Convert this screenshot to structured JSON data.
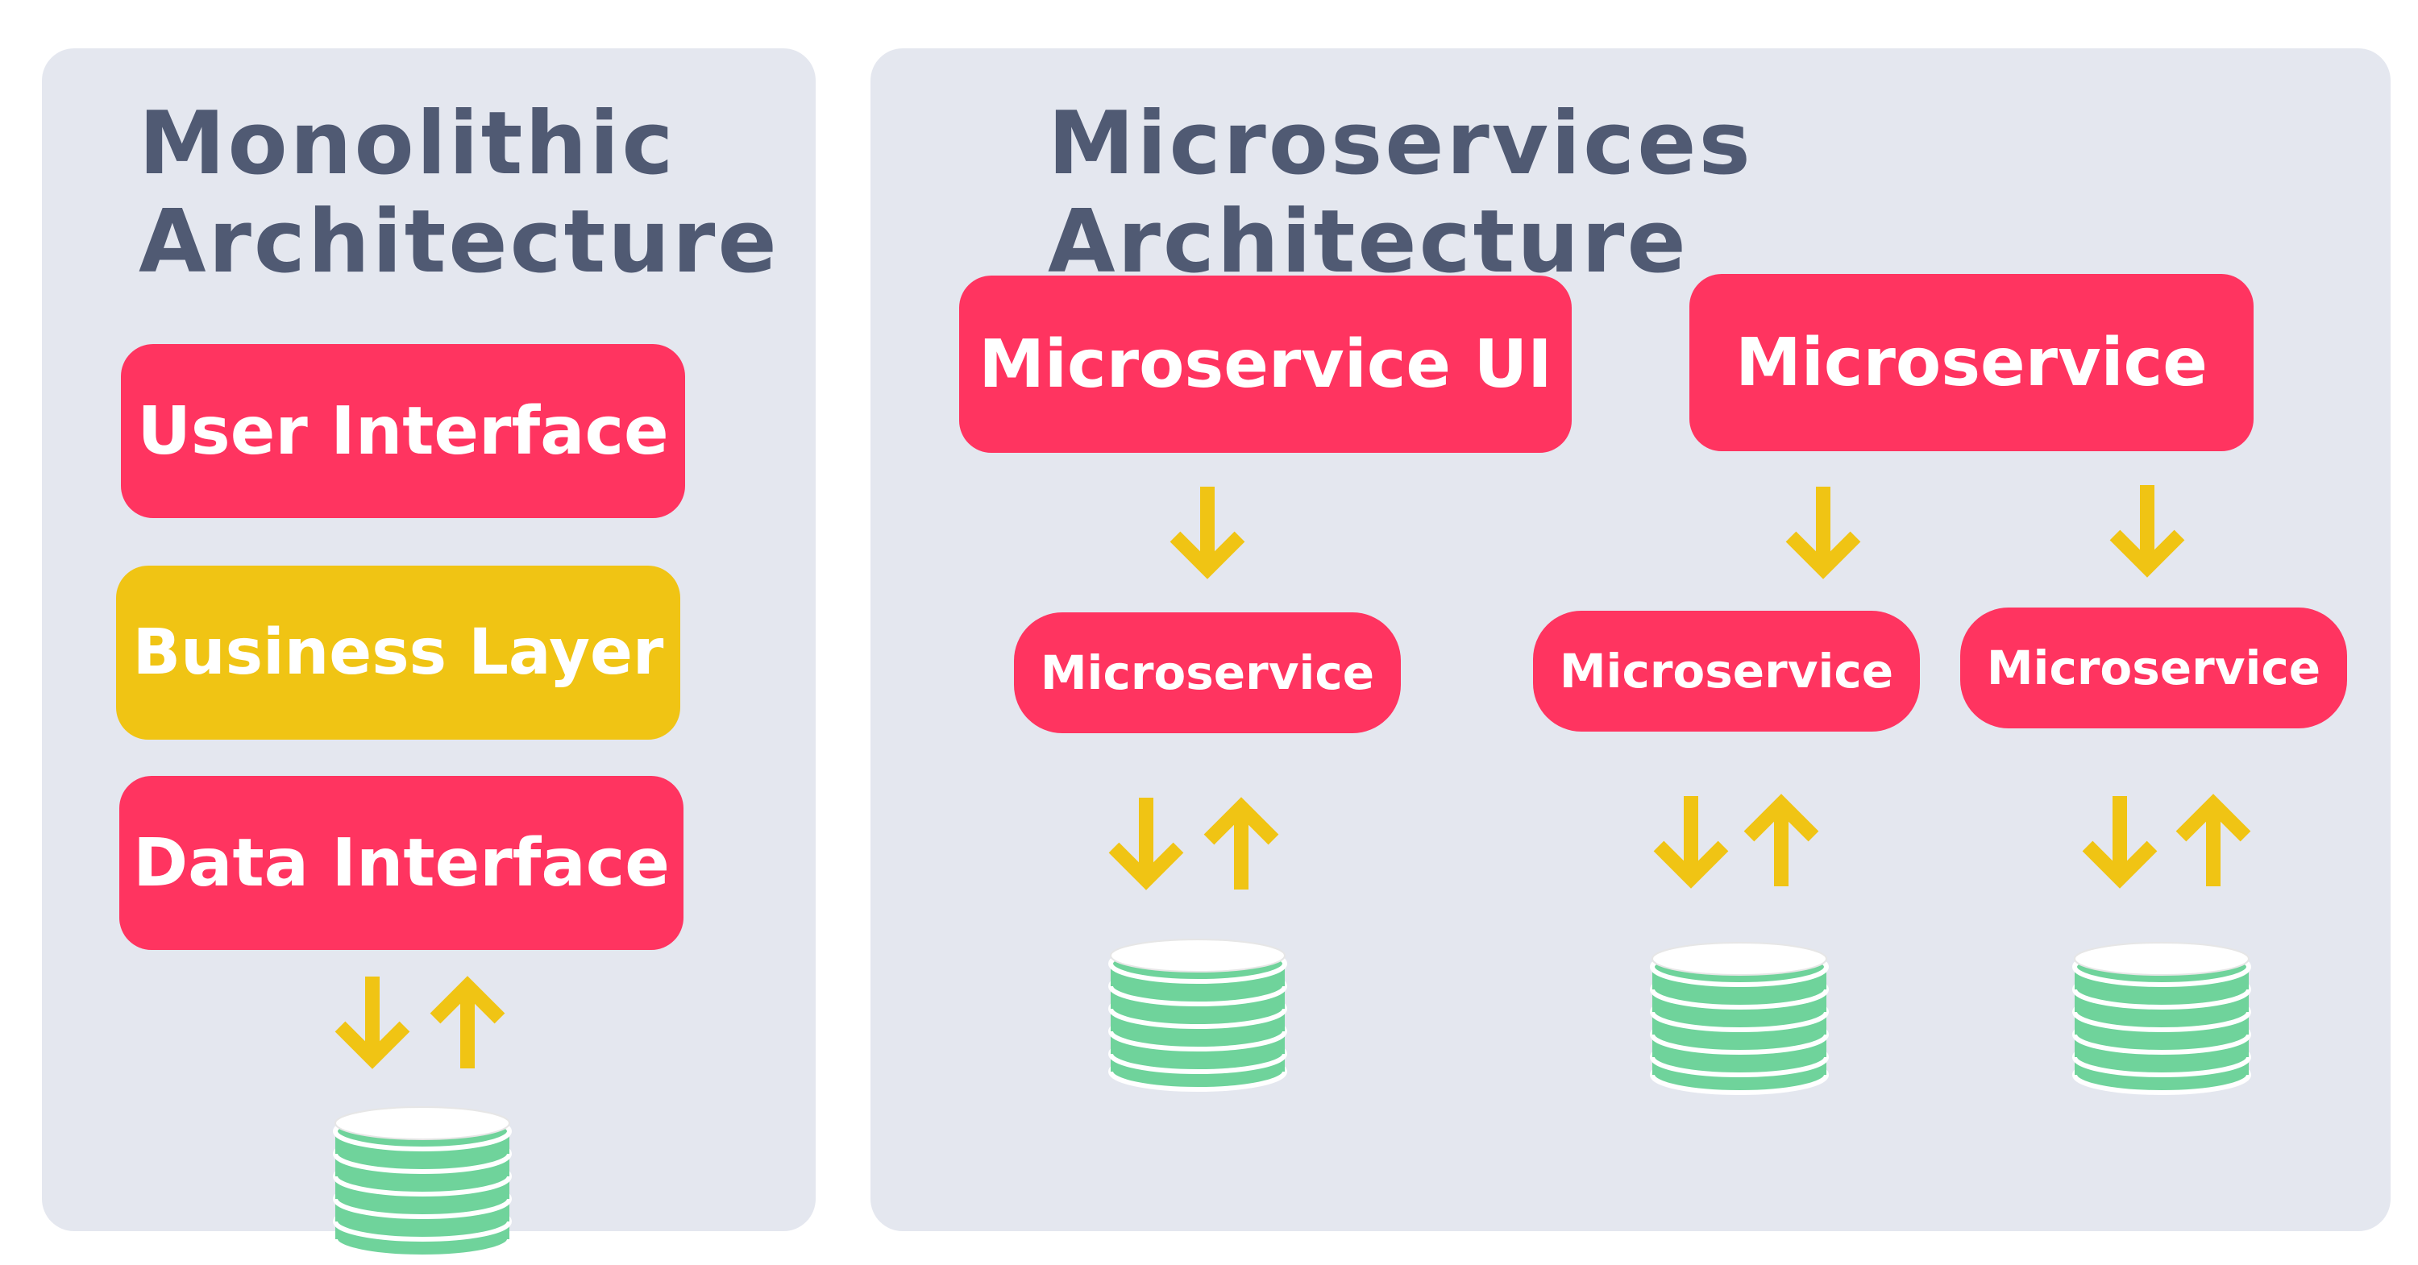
{
  "colors": {
    "panel": "#e4e7ef",
    "title": "#505a73",
    "pink": "#ff3460",
    "yellow": "#f0c414",
    "green": "#6fd39b",
    "white": "#ffffff"
  },
  "monolithic": {
    "title_line1": "Monolithic",
    "title_line2": "Architecture",
    "layers": [
      {
        "label": "User Interface",
        "color": "pink"
      },
      {
        "label": "Business Layer",
        "color": "yellow"
      },
      {
        "label": "Data Interface",
        "color": "pink"
      }
    ]
  },
  "microservices": {
    "title": "Microservices Architecture",
    "top_services": [
      {
        "label": "Microservice UI"
      },
      {
        "label": "Microservice"
      }
    ],
    "services": [
      {
        "label": "Microservice"
      },
      {
        "label": "Microservice"
      },
      {
        "label": "Microservice"
      }
    ]
  },
  "icons": {
    "arrow_down": "arrow-down-icon",
    "arrow_up": "arrow-up-icon",
    "database": "database-icon"
  }
}
